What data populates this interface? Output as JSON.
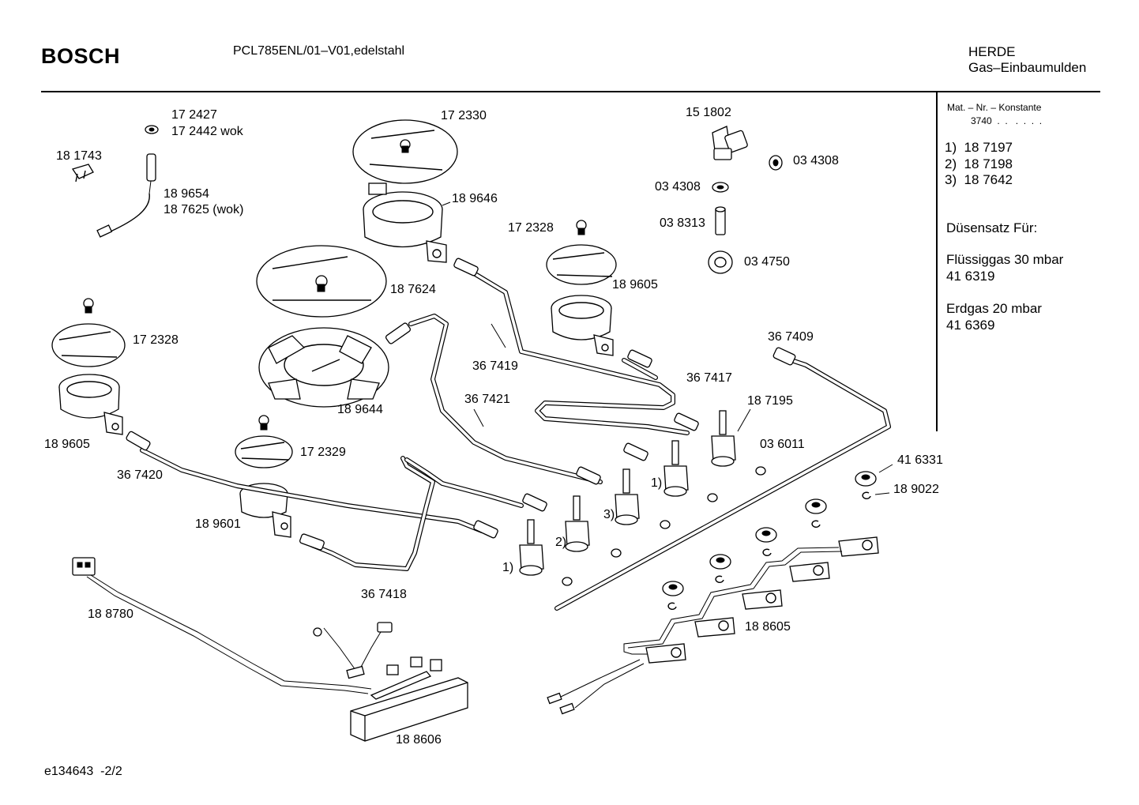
{
  "header": {
    "brand": "BOSCH",
    "model": "PCL785ENL/01–V01,edelstahl",
    "category": "HERDE",
    "subcategory": "Gas–Einbaumulden"
  },
  "sidebar": {
    "mat_header": "Mat. – Nr. – Konstante",
    "mat_value": "3740  .  .   .  .  .  .",
    "variants": [
      "1)  18 7197",
      "2)  18 7198",
      "3)  18 7642"
    ],
    "nozzle_title": "Düsensatz Für:",
    "lpg_label": "Flüssiggas 30 mbar",
    "lpg_part": "41 6319",
    "natgas_label": "Erdgas 20 mbar",
    "natgas_part": "41 6369"
  },
  "labels": [
    "17 2427",
    "17 2442 wok",
    "18 1743",
    "18 9654",
    "18 7625 (wok)",
    "17 2330",
    "18 9646",
    "18 7624",
    "17 2328",
    "18 9605",
    "18 9644",
    "17 2329",
    "36 7420",
    "18 9601",
    "36 7421",
    "36 7419",
    "17 2328",
    "18 9605",
    "15 1802",
    "03 4308",
    "03 4308",
    "03 8313",
    "03 4750",
    "36 7409",
    "36 7417",
    "18 7195",
    "03 6011",
    "41 6331",
    "18 9022",
    "36 7418",
    "18 8780",
    "18 8605",
    "18 8606",
    "1)",
    "2)",
    "3)",
    "1)"
  ],
  "footer": "e134643  -2/2"
}
